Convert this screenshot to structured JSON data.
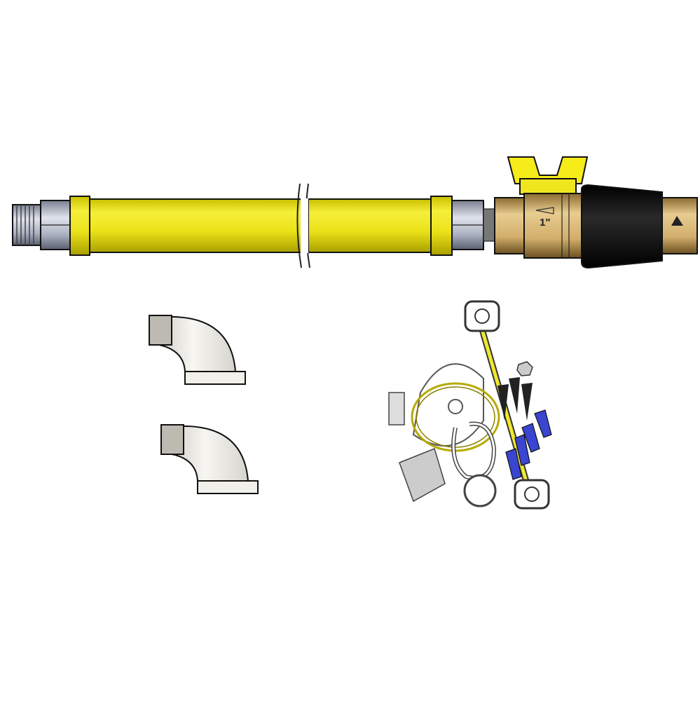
{
  "product": {
    "valve_size_label": "1\"",
    "colors": {
      "hose": "#f2ea1c",
      "brass": "#d8b878",
      "quick_disconnect": "#0d0d0d",
      "steel": "#b8bcc8",
      "fitting": "#efede8",
      "anchor_plug": "#3a45d0"
    },
    "parts": [
      "male-thread-end",
      "gas-hose",
      "ball-valve",
      "quick-disconnect",
      "elbow-fitting",
      "elbow-fitting",
      "restraining-cable-kit"
    ]
  }
}
